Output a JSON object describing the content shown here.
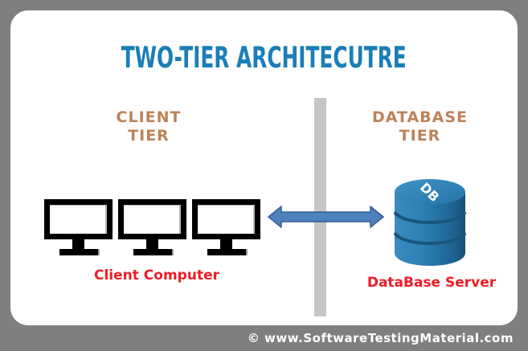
{
  "title": {
    "text": "TWO-TIER ARCHITECUTRE"
  },
  "client_tier": {
    "label_line1": "CLIENT",
    "label_line2": "TIER",
    "caption": "Client Computer",
    "monitor_count": 3
  },
  "database_tier": {
    "label_line1": "DATABASE",
    "label_line2": "TIER",
    "caption": "DataBase Server",
    "db_badge": "DB"
  },
  "footer": {
    "text": "© www.SoftwareTestingMaterial.com"
  },
  "colors": {
    "frame_border": "#7f7f7f",
    "canvas_bg": "#ffffff",
    "title_blue": "#1b7eb5",
    "tier_label_brown": "#bd8258",
    "caption_red": "#ee1c25",
    "arrow_fill": "#4f81bd",
    "arrow_stroke": "#365f91",
    "divider_gray": "#c5c5c5",
    "db_cylinder_blue": "#2a7cb2",
    "footer_text": "#ffffff"
  }
}
